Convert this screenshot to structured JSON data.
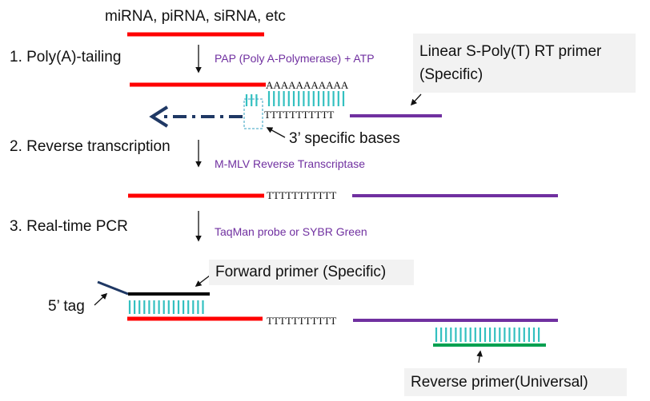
{
  "header": {
    "rna_types": "miRNA,  piRNA,  siRNA,  etc"
  },
  "steps": {
    "step1": "1. Poly(A)-tailing",
    "step2": "2. Reverse transcription",
    "step3": "3. Real-time PCR"
  },
  "enzymes": {
    "pap": "PAP (Poly A-Polymerase) + ATP",
    "mmlv": "M-MLV Reverse Transcriptase",
    "detection": "TaqMan probe or  SYBR Green"
  },
  "sequences": {
    "polyA": "AAAAAAAAAAA",
    "polyT_primer": "TTTTTTTTTTT",
    "polyT_cdna": "TTTTTTTTTTT",
    "polyT_pcr": "TTTTTTTTTTT"
  },
  "labels": {
    "rt_primer_line1": "Linear S-Poly(T) RT primer",
    "rt_primer_line2": "(Specific)",
    "specific_bases": "3’ specific bases",
    "forward_primer": "Forward primer (Specific)",
    "tag": "5’ tag",
    "reverse_primer": "Reverse primer(Universal)"
  },
  "colors": {
    "rna": "#ff0000",
    "primer": "#7030a0",
    "hybrid_ticks": "#33c0c0",
    "reverse_primer": "#00a050",
    "forward_primer": "#000000",
    "tag": "#1f3864",
    "rt_arrow": "#1f3864"
  }
}
